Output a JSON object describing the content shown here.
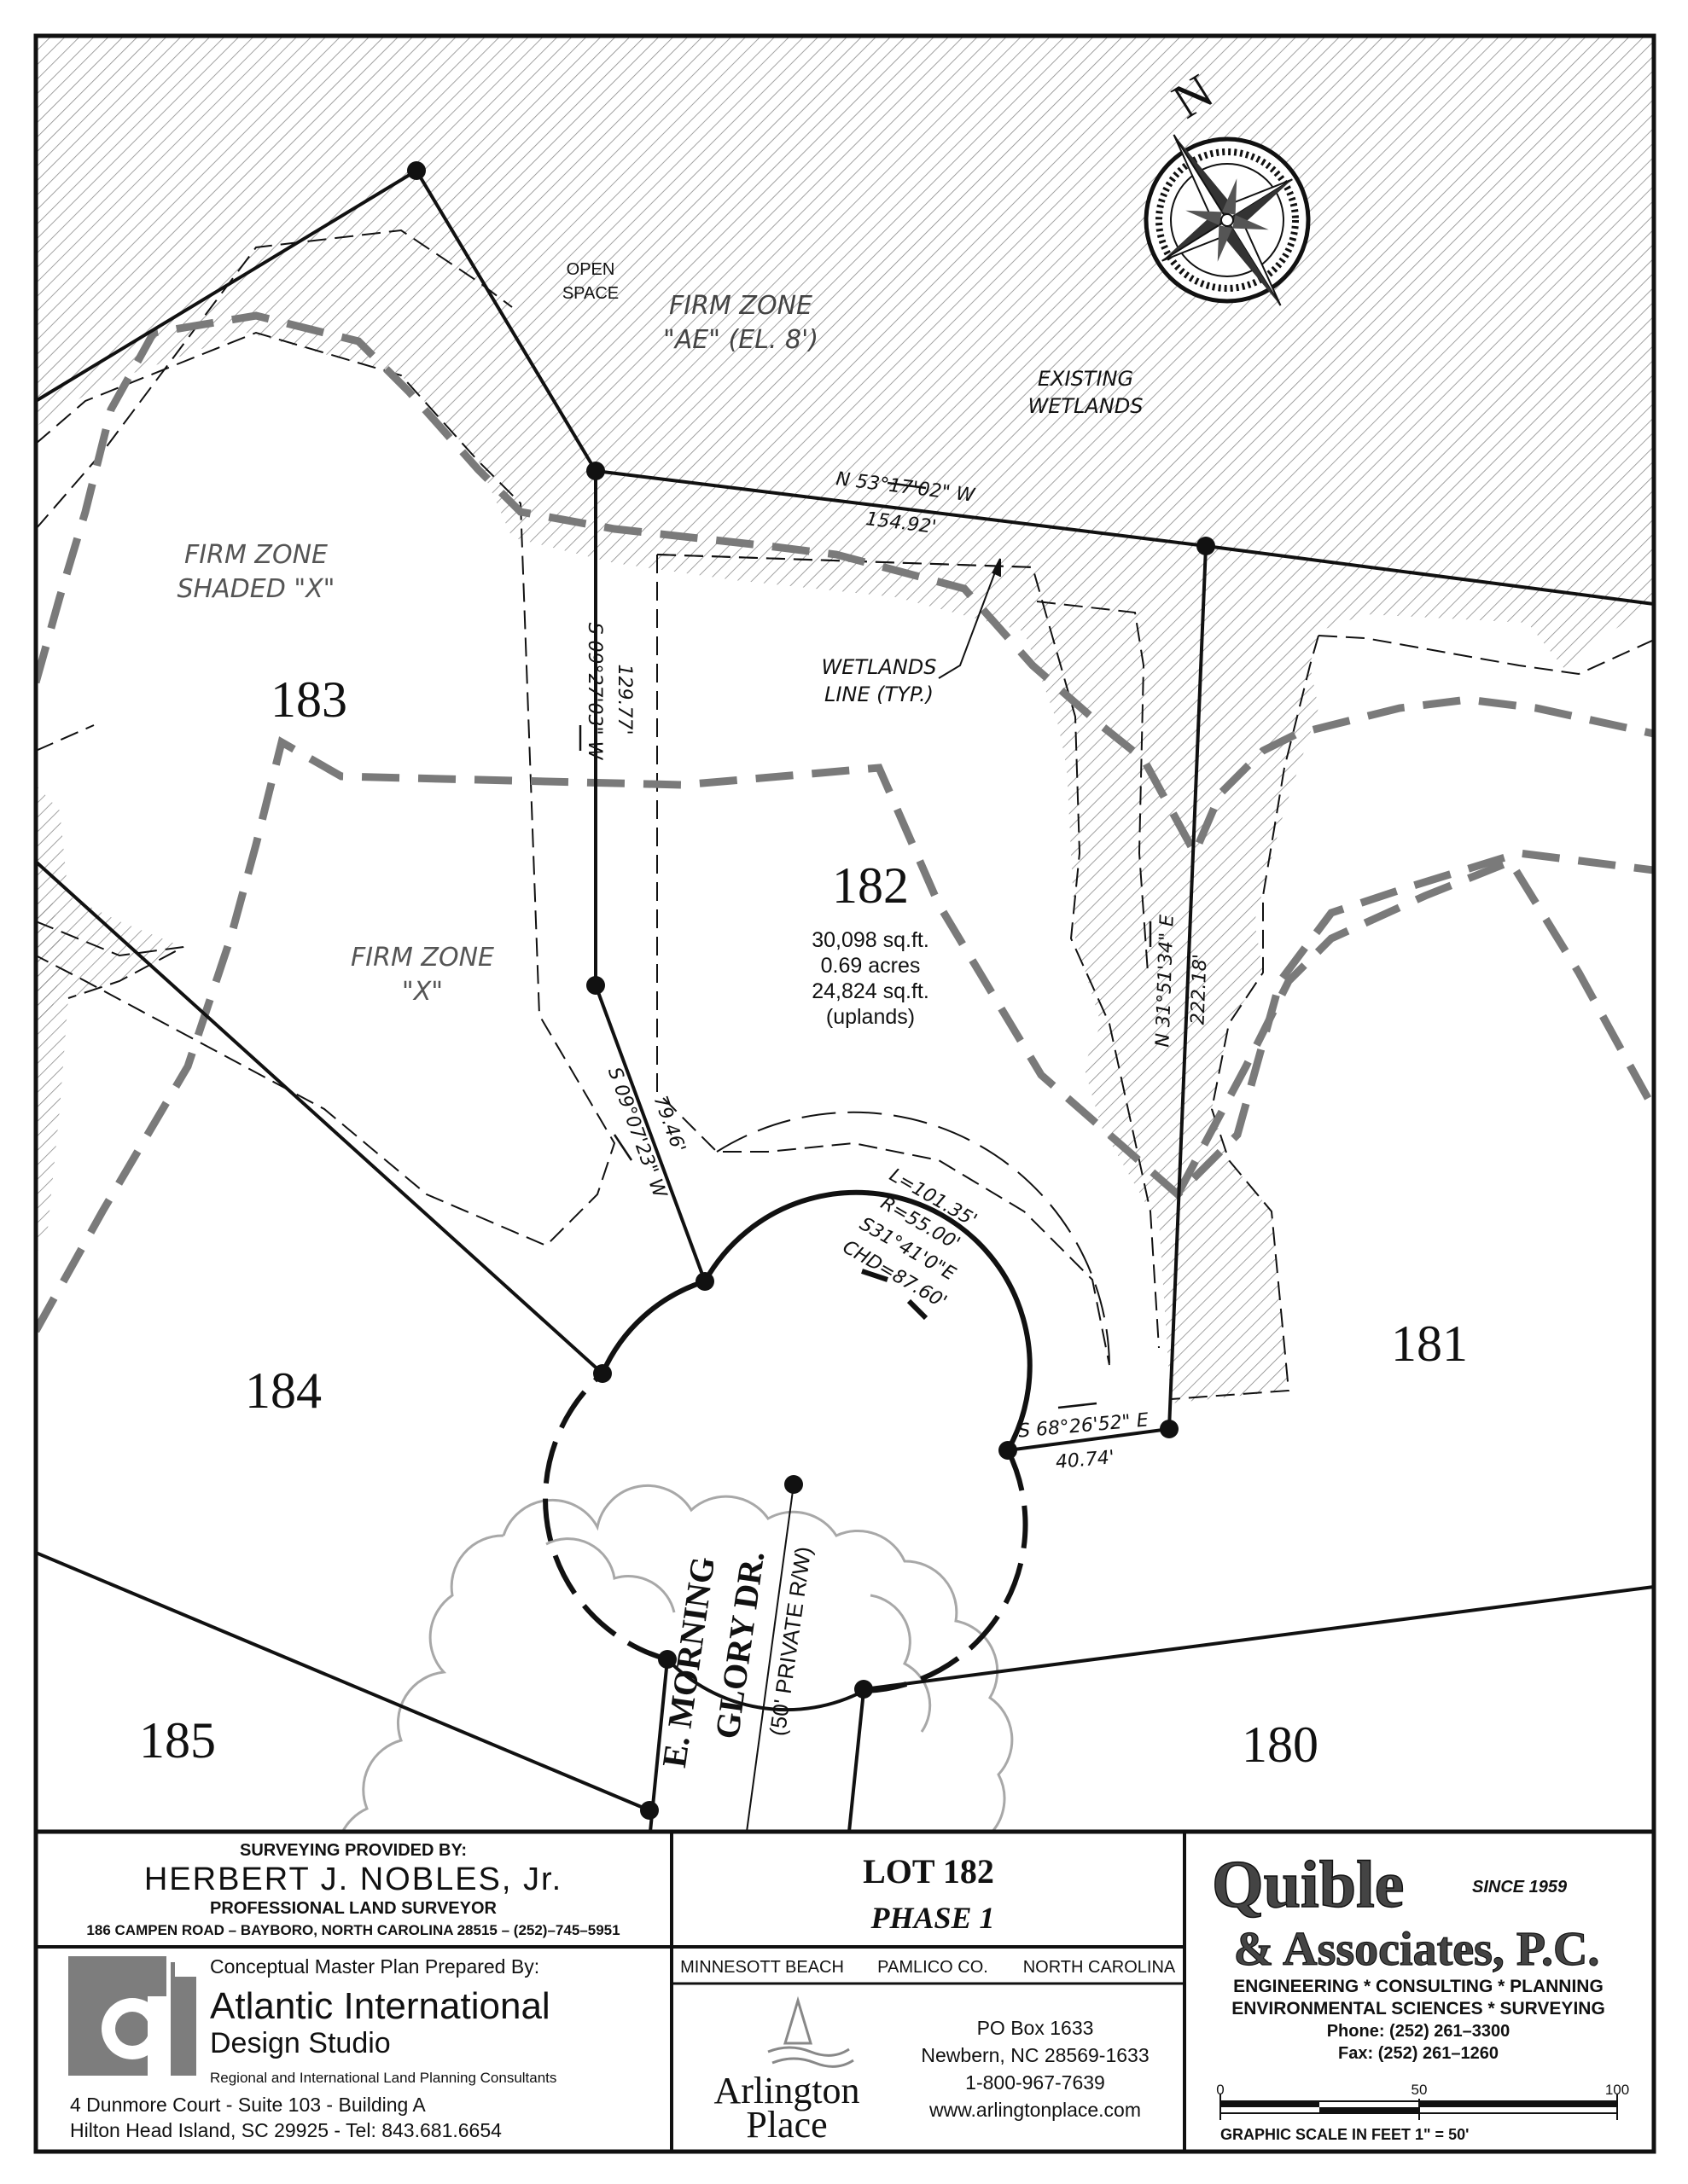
{
  "labels": {
    "open_space": [
      "OPEN",
      "SPACE"
    ],
    "firm_ae": [
      "FIRM ZONE",
      "\"AE\" (EL. 8')"
    ],
    "existing_wetlands": [
      "EXISTING",
      "WETLANDS"
    ],
    "firm_shaded": [
      "FIRM ZONE",
      "SHADED \"X\""
    ],
    "firm_x": [
      "FIRM ZONE",
      "\"X\""
    ],
    "wetlands_line": [
      "WETLANDS",
      "LINE (TYP.)"
    ],
    "north": "N"
  },
  "lots": {
    "lot_183": "183",
    "lot_182": "182",
    "lot_184": "184",
    "lot_181": "181",
    "lot_185": "185",
    "lot_180": "180"
  },
  "lot_182_info": {
    "sqft": "30,098 sq.ft.",
    "acres": "0.69 acres",
    "uplands_sqft": "24,824 sq.ft.",
    "uplands": "(uplands)"
  },
  "bearings": {
    "north_bearing": "N 53°17'02\" W",
    "north_dist": "154.92'",
    "west_bearing": "S 09°27'03\" W",
    "west_dist": "129.77'",
    "sw_bearing": "S 09°07'23\" W",
    "sw_dist": "79.46'",
    "east_bearing": "N 31°51'34\" E",
    "east_dist": "222.18'",
    "se_bearing": "S 68°26'52\" E",
    "se_dist": "40.74'",
    "curve_l": "L=101.35'",
    "curve_r": "R=55.00'",
    "curve_b": "S31°41'0\"E",
    "curve_chd": "CHD=87.60'"
  },
  "road": {
    "name1": "E. MORNING",
    "name2": "GLORY DR.",
    "row": "(50' PRIVATE R/W)"
  },
  "title_block": {
    "surveyor_header": "SURVEYING PROVIDED BY:",
    "surveyor_name": "HERBERT J. NOBLES, Jr.",
    "surveyor_title": "PROFESSIONAL LAND SURVEYOR",
    "surveyor_address": "186 CAMPEN ROAD – BAYBORO, NORTH CAROLINA 28515 – (252)–745–5951",
    "plan_prepared": "Conceptual Master Plan Prepared By:",
    "aids_name1": "Atlantic International",
    "aids_name2": "Design Studio",
    "aids_tag": "Regional and International Land Planning Consultants",
    "aids_addr1": "4 Dunmore Court - Suite 103 - Building A",
    "aids_addr2": "Hilton Head Island, SC  29925 - Tel:  843.681.6654",
    "lot_title": "LOT  182",
    "phase": "PHASE  1",
    "loc_town": "MINNESOTT BEACH",
    "loc_county": "PAMLICO CO.",
    "loc_state": "NORTH CAROLINA",
    "arlington1": "Arlington",
    "arlington2": "Place",
    "contact1": "PO Box 1633",
    "contact2": "Newbern, NC 28569-1633",
    "contact3": "1-800-967-7639",
    "contact4": "www.arlingtonplace.com",
    "quible_name": "Quible",
    "since": "SINCE 1959",
    "quible_assoc": "& Associates, P.C.",
    "services1": "ENGINEERING * CONSULTING * PLANNING",
    "services2": "ENVIRONMENTAL SCIENCES * SURVEYING",
    "phone": "Phone:  (252)  261–3300",
    "fax": "Fax:  (252)  261–1260",
    "scale_0": "0",
    "scale_50": "50",
    "scale_100": "100",
    "scale_caption": "GRAPHIC  SCALE  IN  FEET  1\"  =  50'"
  },
  "colors": {
    "ink": "#111111",
    "hatch": "#8a8a8a",
    "wetland_line": "#7a7a7a",
    "tree": "#a8a8a8",
    "logo_gray": "#7d7d7d"
  }
}
